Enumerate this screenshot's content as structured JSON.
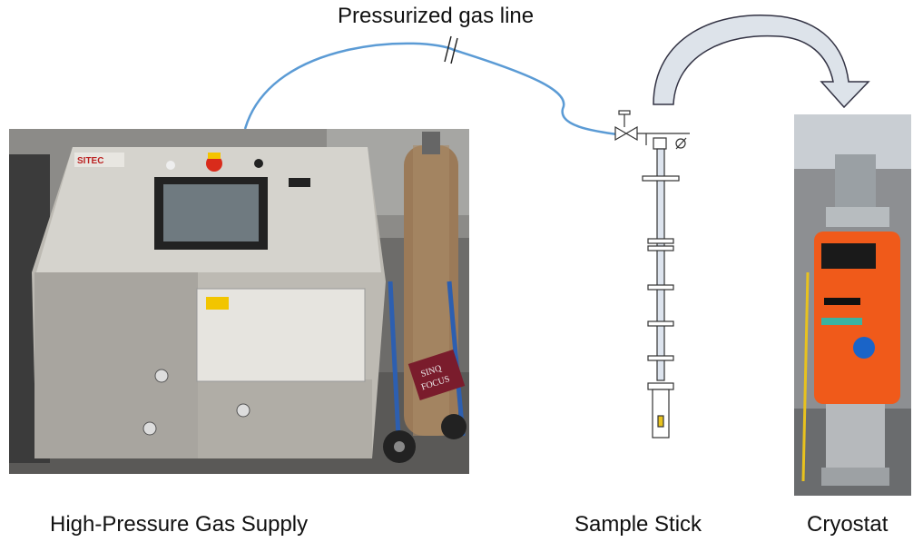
{
  "labels": {
    "gas_line": "Pressurized gas line",
    "supply": "High-Pressure Gas Supply",
    "stick": "Sample Stick",
    "cryostat": "Cryostat"
  },
  "photo_text": {
    "brand": "SITEC",
    "tag_line1": "SINQ",
    "tag_line2": "FOCUS"
  },
  "colors": {
    "gas_line": "#5b9bd5",
    "cryostat_body": "#f05a1a",
    "arrow_fill": "#dde3ea",
    "arrow_stroke": "#334"
  }
}
